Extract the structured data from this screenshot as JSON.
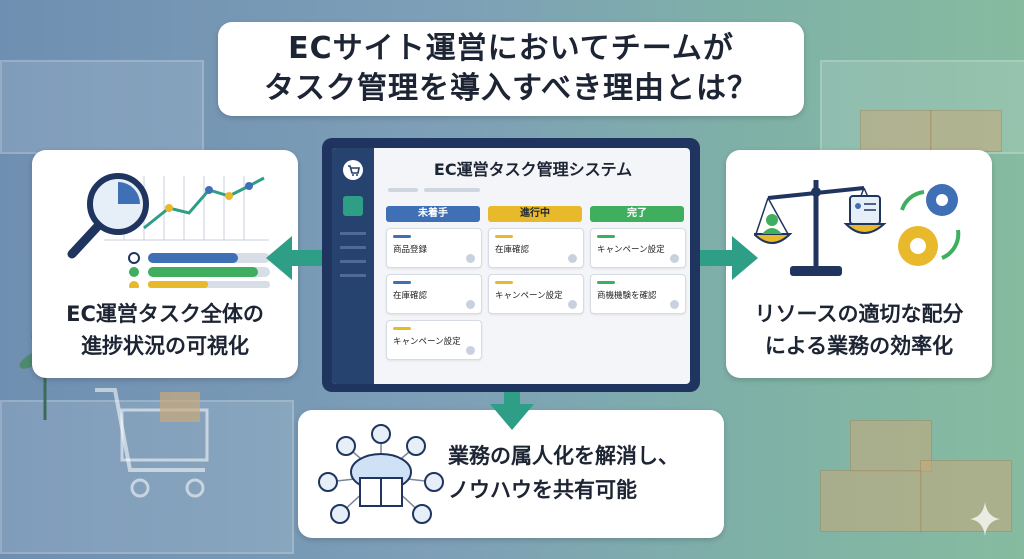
{
  "title": {
    "line1": "ECサイト運営においてチームが",
    "line2": "タスク管理を導入すべき理由とは？"
  },
  "left_panel": {
    "line1": "EC運営タスク全体の",
    "line2": "進捗状況の可視化",
    "icon": "magnifier-chart-icon"
  },
  "right_panel": {
    "line1": "リソースの適切な配分",
    "line2": "による業務の効率化",
    "icon": "scale-gears-icon"
  },
  "bottom_panel": {
    "line1": "業務の属人化を解消し、",
    "line2": "ノウハウを共有可能",
    "icon": "knowledge-network-icon"
  },
  "app": {
    "title": "EC運営タスク管理システム",
    "columns": [
      {
        "label": "未着手",
        "color": "#3f6fb5",
        "tasks": [
          "商品登録",
          "在庫確認",
          "キャンペーン設定"
        ]
      },
      {
        "label": "進行中",
        "color": "#e8b92a",
        "tasks": [
          "在庫確認",
          "キャンペーン設定"
        ]
      },
      {
        "label": "完了",
        "color": "#3fae5f",
        "tasks": [
          "キャンペーン設定",
          "商機機験を確認"
        ]
      }
    ]
  },
  "colors": {
    "arrow": "#2f9e86",
    "navy": "#1f3560"
  }
}
